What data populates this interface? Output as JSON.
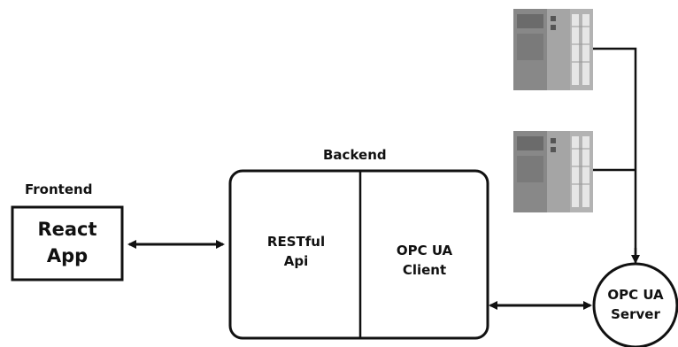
{
  "frontend": {
    "label": "Frontend",
    "app_line1": "React",
    "app_line2": "App"
  },
  "backend": {
    "label": "Backend",
    "restful_line1": "RESTful",
    "restful_line2": "Api",
    "opc_client_line1": "OPC UA",
    "opc_client_line2": "Client"
  },
  "server": {
    "line1": "OPC UA",
    "line2": "Server"
  },
  "devices": [
    {
      "icon": "plc-controller-icon"
    },
    {
      "icon": "plc-controller-icon"
    }
  ]
}
